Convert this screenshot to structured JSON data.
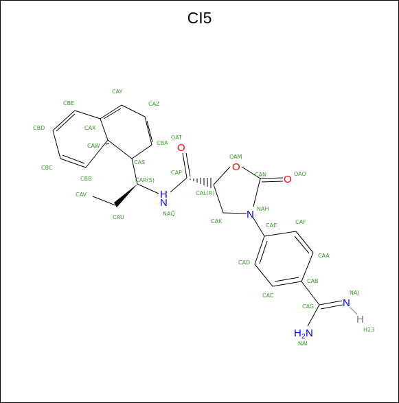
{
  "title": "CI5",
  "colors": {
    "atom_label": "#3a9a2a",
    "oxygen": "#ff0000",
    "nitrogen": "#0000ff",
    "hydrogen": "#7a7a7a",
    "bond": "#000000"
  },
  "atom_labels": [
    "CAY",
    "CAZ",
    "CBE",
    "CAX",
    "CBD",
    "CAW",
    "CBA",
    "OAT",
    "CAS",
    "CBC",
    "CBB",
    "CAR(S)",
    "CAP",
    "OAM",
    "CAN",
    "OAO",
    "CAV",
    "CAL(R)",
    "NAH",
    "CAU",
    "NAQ",
    "CAK",
    "CAE",
    "CAF",
    "CAD",
    "CAA",
    "CAB",
    "CAC",
    "NAJ",
    "CAG",
    "H23",
    "NAI"
  ],
  "heteroatoms": {
    "o_carbonyl": "O",
    "o_ring": "O",
    "o_keto": "O",
    "n_amide": "N",
    "h_amide": "H",
    "n_ring": "N",
    "n_imine": "N",
    "h_imine": "H",
    "n_amine": "H",
    "n_amine_sub": "2",
    "n_amine_n": "N"
  }
}
